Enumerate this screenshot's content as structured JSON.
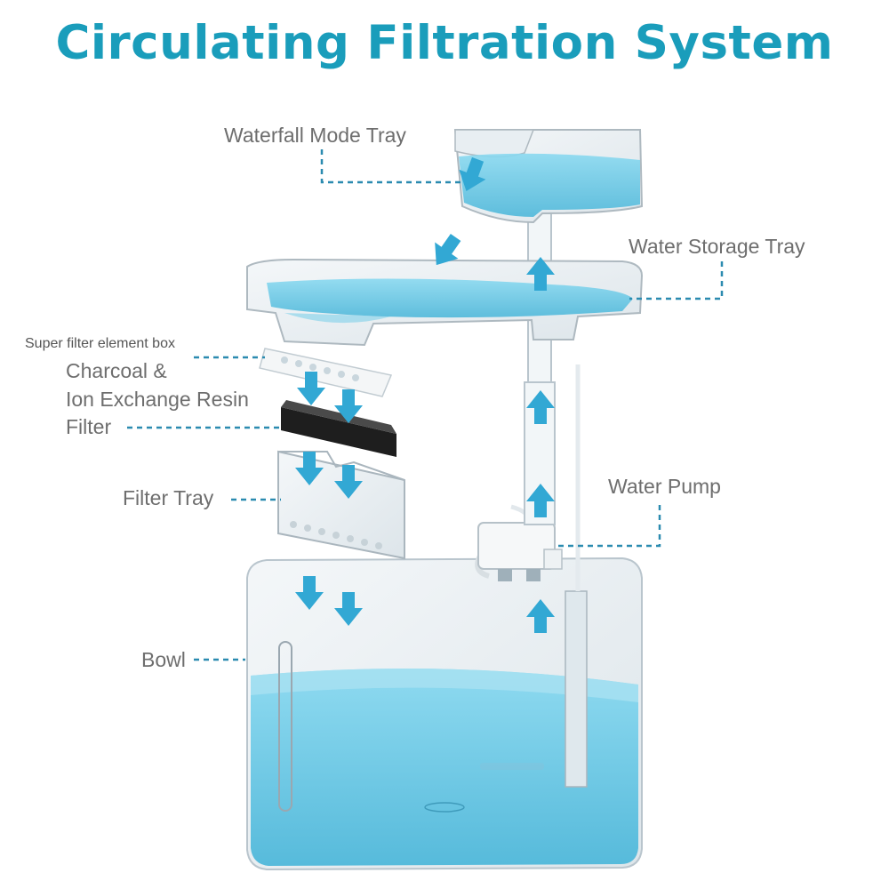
{
  "title": "Circulating Filtration System",
  "colors": {
    "title": "#1a9dbb",
    "water": "#5cc8e6",
    "water_light": "#a9e1f1",
    "arrow": "#32a8d4",
    "leader": "#2b8bb0",
    "plastic": "#e8eef2",
    "plastic_edge": "#b8c4cc",
    "label": "#6e6e6e"
  },
  "labels": {
    "waterfall_tray": "Waterfall Mode Tray",
    "water_storage_tray": "Water Storage Tray",
    "super_filter_box": "Super filter element box",
    "charcoal_line1": "Charcoal &",
    "charcoal_line2": "Ion Exchange Resin",
    "charcoal_line3": "Filter",
    "filter_tray": "Filter Tray",
    "water_pump": "Water Pump",
    "bowl": "Bowl"
  },
  "icons": {
    "flow_down": "arrow-down-icon",
    "flow_up": "arrow-up-icon"
  }
}
